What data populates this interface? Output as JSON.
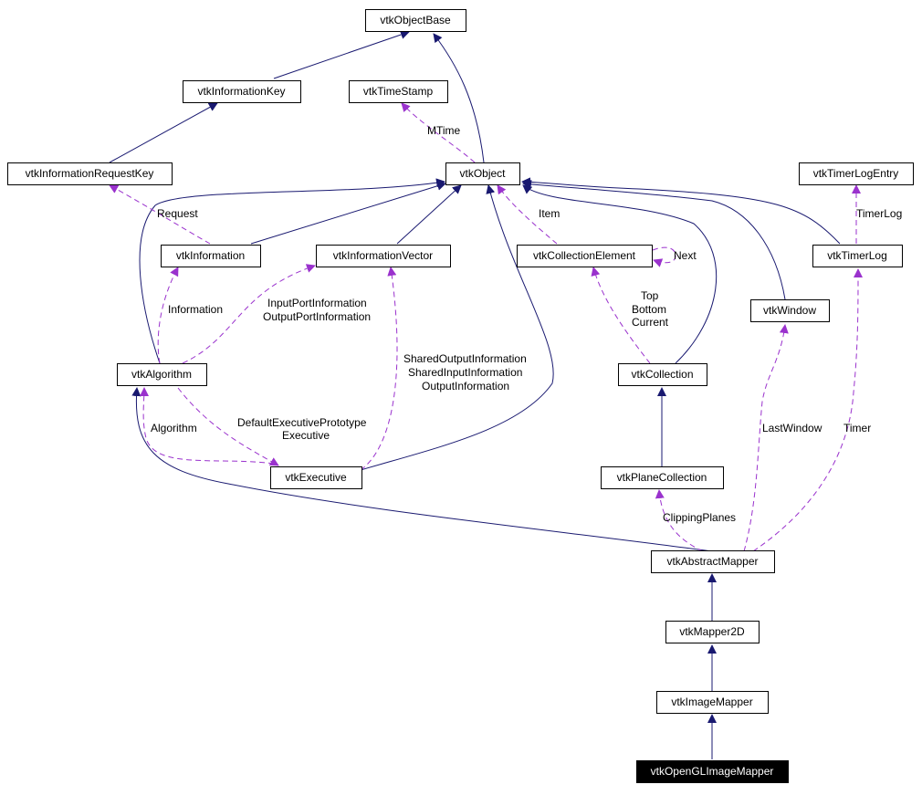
{
  "colors": {
    "inheritance_edge": "#191970",
    "usage_edge": "#9a32cd",
    "node_border": "#000000",
    "node_fill": "#ffffff",
    "highlight_fill": "#000000",
    "highlight_text": "#ffffff"
  },
  "nodes": [
    {
      "id": "vtkObjectBase",
      "label": "vtkObjectBase"
    },
    {
      "id": "vtkInformationKey",
      "label": "vtkInformationKey"
    },
    {
      "id": "vtkTimeStamp",
      "label": "vtkTimeStamp"
    },
    {
      "id": "vtkInformationRequestKey",
      "label": "vtkInformationRequestKey"
    },
    {
      "id": "vtkObject",
      "label": "vtkObject"
    },
    {
      "id": "vtkTimerLogEntry",
      "label": "vtkTimerLogEntry"
    },
    {
      "id": "vtkInformation",
      "label": "vtkInformation"
    },
    {
      "id": "vtkInformationVector",
      "label": "vtkInformationVector"
    },
    {
      "id": "vtkCollectionElement",
      "label": "vtkCollectionElement"
    },
    {
      "id": "vtkTimerLog",
      "label": "vtkTimerLog"
    },
    {
      "id": "vtkWindow",
      "label": "vtkWindow"
    },
    {
      "id": "vtkAlgorithm",
      "label": "vtkAlgorithm"
    },
    {
      "id": "vtkCollection",
      "label": "vtkCollection"
    },
    {
      "id": "vtkExecutive",
      "label": "vtkExecutive"
    },
    {
      "id": "vtkPlaneCollection",
      "label": "vtkPlaneCollection"
    },
    {
      "id": "vtkAbstractMapper",
      "label": "vtkAbstractMapper"
    },
    {
      "id": "vtkMapper2D",
      "label": "vtkMapper2D"
    },
    {
      "id": "vtkImageMapper",
      "label": "vtkImageMapper"
    },
    {
      "id": "vtkOpenGLImageMapper",
      "label": "vtkOpenGLImageMapper",
      "highlighted": true
    }
  ],
  "edge_labels": {
    "mtime": "MTime",
    "request": "Request",
    "item": "Item",
    "next": "Next",
    "timerlog": "TimerLog",
    "information": "Information",
    "port_info": [
      "InputPortInformation",
      "OutputPortInformation"
    ],
    "top_bottom": [
      "Top",
      "Bottom",
      "Current"
    ],
    "shared_info": [
      "SharedOutputInformation",
      "SharedInputInformation",
      "OutputInformation"
    ],
    "algorithm": "Algorithm",
    "default_exec": [
      "DefaultExecutivePrototype",
      "Executive"
    ],
    "lastwindow": "LastWindow",
    "timer": "Timer",
    "clipping": "ClippingPlanes"
  }
}
